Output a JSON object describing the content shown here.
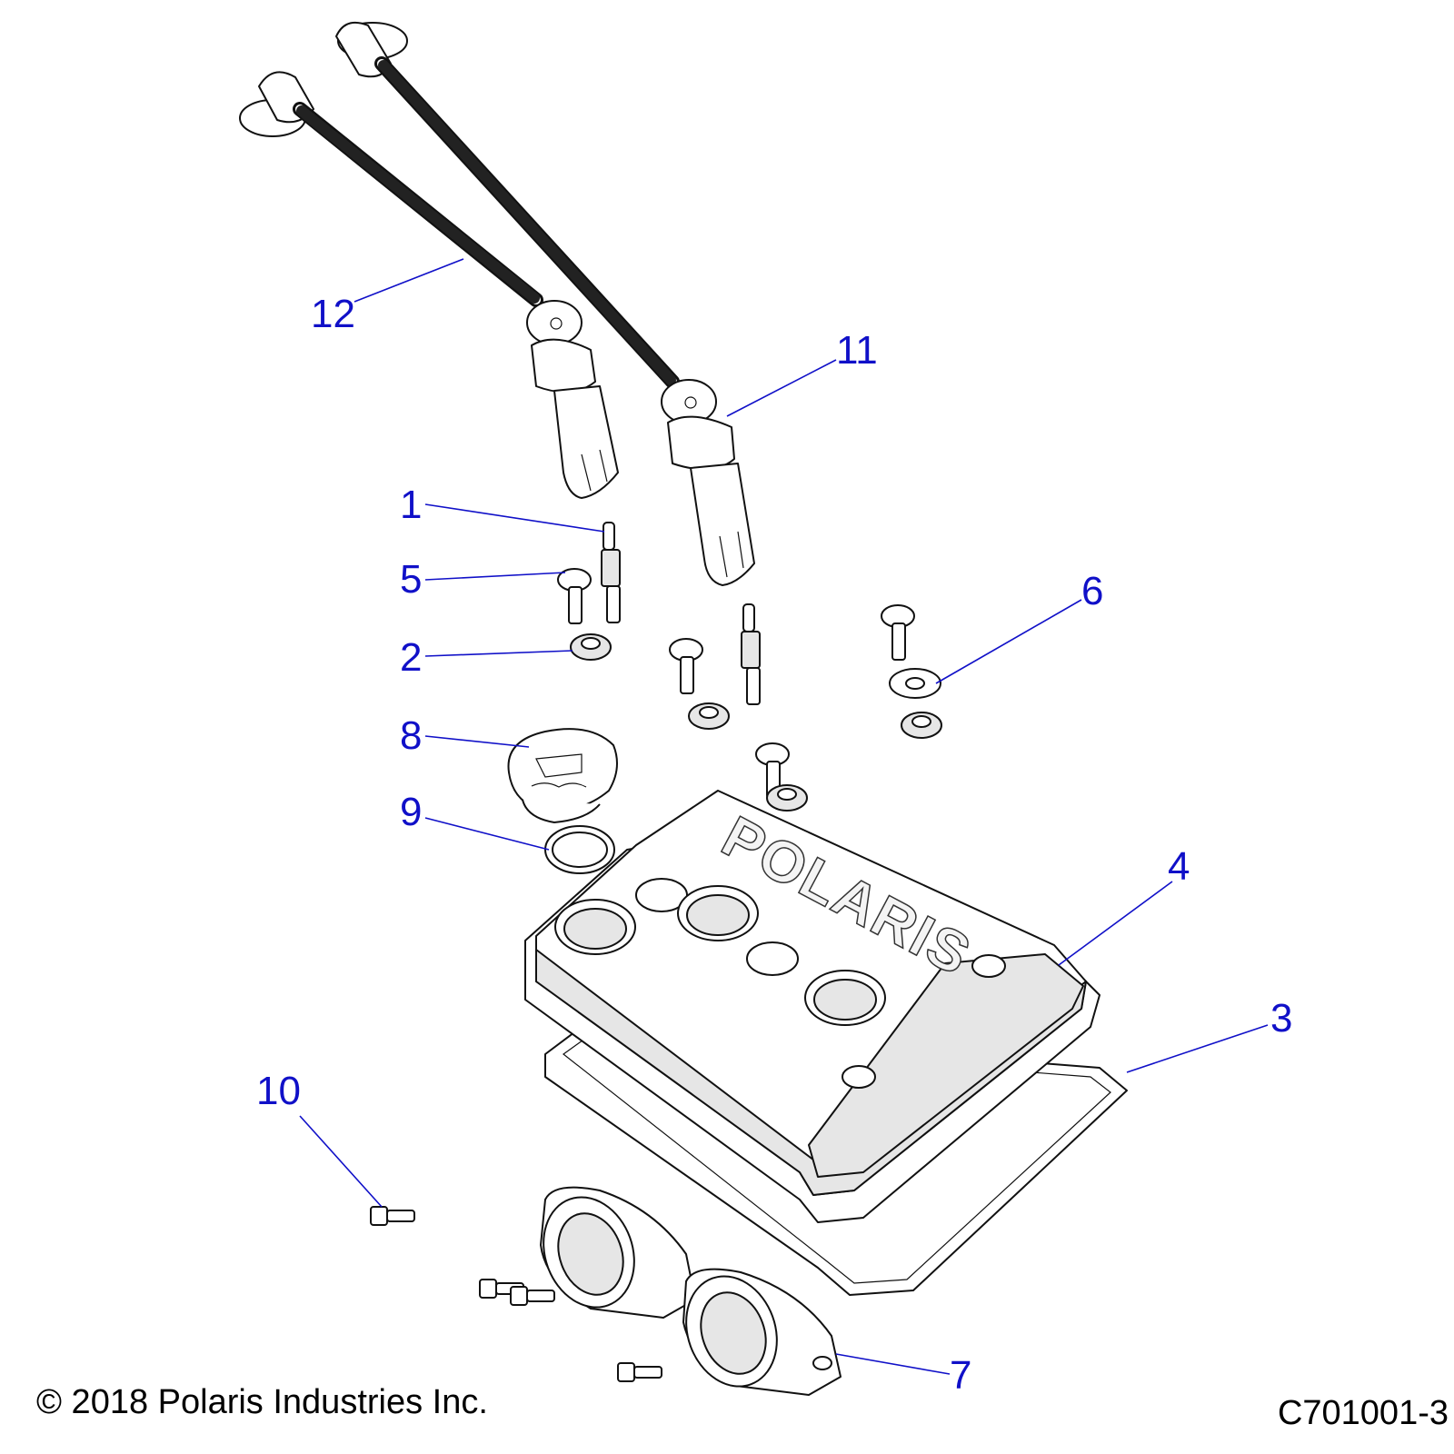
{
  "callouts": [
    {
      "id": "1",
      "label": "1"
    },
    {
      "id": "2",
      "label": "2"
    },
    {
      "id": "3",
      "label": "3"
    },
    {
      "id": "4",
      "label": "4"
    },
    {
      "id": "5",
      "label": "5"
    },
    {
      "id": "6",
      "label": "6"
    },
    {
      "id": "7",
      "label": "7"
    },
    {
      "id": "8",
      "label": "8"
    },
    {
      "id": "9",
      "label": "9"
    },
    {
      "id": "10",
      "label": "10"
    },
    {
      "id": "11",
      "label": "11"
    },
    {
      "id": "12",
      "label": "12"
    }
  ],
  "logo": "POLARIS",
  "footer": {
    "copyright": "© 2018 Polaris Industries Inc.",
    "code": "C701001-3"
  },
  "colors": {
    "callout": "#1010c8",
    "line": "#111111",
    "part_fill": "#ffffff",
    "shade": "#e6e6e6"
  }
}
